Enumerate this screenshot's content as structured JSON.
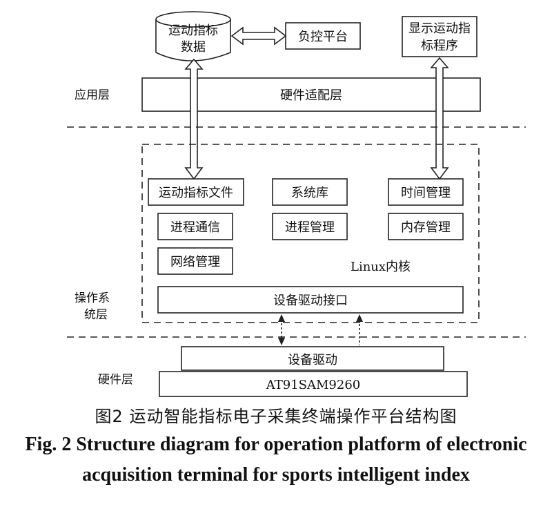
{
  "layers": {
    "application": "应用层",
    "os_line1": "操作系",
    "os_line2": "统层",
    "hardware": "硬件层"
  },
  "nodes": {
    "sports_db_line1": "运动指标",
    "sports_db_line2": "数据",
    "load_platform": "负控平台",
    "display_line1": "显示运动指",
    "display_line2": "标程序",
    "hw_adapter": "硬件适配层",
    "sports_file": "运动指标文件",
    "system_lib": "系统库",
    "time_mgmt": "时间管理",
    "process_comm": "进程通信",
    "process_mgmt": "进程管理",
    "memory_mgmt": "内存管理",
    "network_mgmt": "网络管理",
    "linux_kernel": "Linux内核",
    "driver_interface": "设备驱动接口",
    "device_driver": "设备驱动",
    "chip": "AT91SAM9260"
  },
  "caption": {
    "cn": "图2  运动智能指标电子采集终端操作平台结构图",
    "en_line1": "Fig. 2  Structure diagram for operation platform of electronic",
    "en_line2": "acquisition terminal for sports intelligent index"
  }
}
